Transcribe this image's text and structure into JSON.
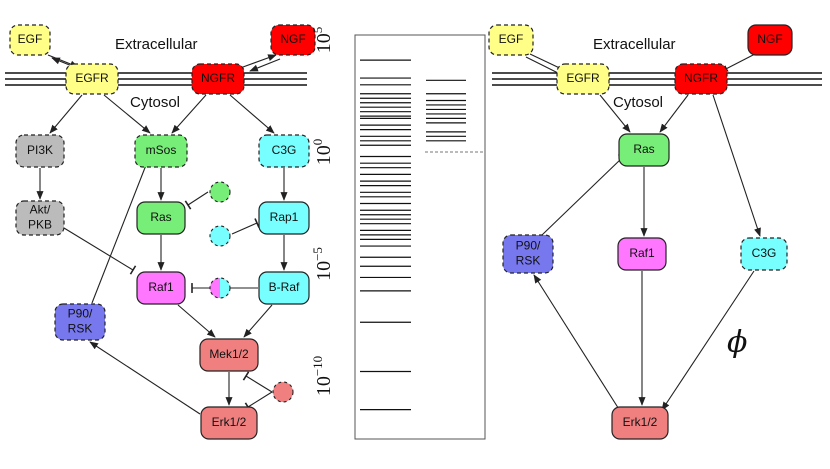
{
  "colors": {
    "yellow": "#ffff88",
    "red": "#ff0000",
    "grey": "#bbbbbb",
    "green": "#77ee77",
    "cyan": "#77ffff",
    "magenta": "#ff77ff",
    "salmon": "#f08080",
    "blue": "#7777ee"
  },
  "left_diagram": {
    "region_extracellular": "Extracellular",
    "region_cytosol": "Cytosol",
    "nodes": [
      {
        "id": "EGF",
        "lines": [
          "EGF"
        ],
        "color": "yellow",
        "dashed": true
      },
      {
        "id": "NGF",
        "lines": [
          "NGF"
        ],
        "color": "red",
        "dashed": true
      },
      {
        "id": "EGFR",
        "lines": [
          "EGFR"
        ],
        "color": "yellow",
        "dashed": true
      },
      {
        "id": "NGFR",
        "lines": [
          "NGFR"
        ],
        "color": "red",
        "dashed": true
      },
      {
        "id": "PI3K",
        "lines": [
          "PI3K"
        ],
        "color": "grey",
        "dashed": true
      },
      {
        "id": "mSos",
        "lines": [
          "mSos"
        ],
        "color": "green",
        "dashed": true
      },
      {
        "id": "C3G",
        "lines": [
          "C3G"
        ],
        "color": "cyan",
        "dashed": true
      },
      {
        "id": "AktPKB",
        "lines": [
          "Akt/",
          "PKB"
        ],
        "color": "grey",
        "dashed": true
      },
      {
        "id": "Ras",
        "lines": [
          "Ras"
        ],
        "color": "green",
        "dashed": false
      },
      {
        "id": "Rap1",
        "lines": [
          "Rap1"
        ],
        "color": "cyan",
        "dashed": false
      },
      {
        "id": "Raf1",
        "lines": [
          "Raf1"
        ],
        "color": "magenta",
        "dashed": false
      },
      {
        "id": "BRaf",
        "lines": [
          "B-Raf"
        ],
        "color": "cyan",
        "dashed": false
      },
      {
        "id": "P90RSK",
        "lines": [
          "P90/",
          "RSK"
        ],
        "color": "blue",
        "dashed": true
      },
      {
        "id": "Mek12",
        "lines": [
          "Mek1/2"
        ],
        "color": "salmon",
        "dashed": false
      },
      {
        "id": "Erk12",
        "lines": [
          "Erk1/2"
        ],
        "color": "salmon",
        "dashed": false
      }
    ]
  },
  "middle_plot": {
    "axis_ticks": [
      {
        "base": "10",
        "exp": "5",
        "value": 5
      },
      {
        "base": "10",
        "exp": "0",
        "value": 0
      },
      {
        "base": "10",
        "exp": "−5",
        "value": -5
      },
      {
        "base": "10",
        "exp": "−10",
        "value": -10
      }
    ],
    "ylim_log10": [
      -12.5,
      5
    ],
    "column1_log10": [
      4.1,
      3.3,
      3.0,
      2.6,
      2.4,
      2.2,
      2.0,
      1.8,
      1.6,
      1.5,
      1.2,
      1.0,
      0.7,
      0.5,
      0.3,
      -0.2,
      -0.5,
      -0.7,
      -1.0,
      -1.3,
      -1.5,
      -1.8,
      -2.0,
      -2.3,
      -2.6,
      -2.8,
      -3.0,
      -3.2,
      -3.5,
      -3.7,
      -3.9,
      -4.2,
      -4.7,
      -5.1,
      -5.6,
      -6.2,
      -7.6,
      -9.8,
      -11.5
    ],
    "column2_log10": [
      3.2,
      2.6,
      2.3,
      2.1,
      1.9,
      1.7,
      1.5,
      1.3,
      0.9,
      0.7,
      0.5
    ],
    "dashed_reference_log10": 0
  },
  "right_diagram": {
    "region_extracellular": "Extracellular",
    "region_cytosol": "Cytosol",
    "phi": "ϕ",
    "nodes": [
      {
        "id": "EGF",
        "lines": [
          "EGF"
        ],
        "color": "yellow",
        "dashed": true
      },
      {
        "id": "NGF",
        "lines": [
          "NGF"
        ],
        "color": "red",
        "dashed": false
      },
      {
        "id": "EGFR",
        "lines": [
          "EGFR"
        ],
        "color": "yellow",
        "dashed": true
      },
      {
        "id": "NGFR",
        "lines": [
          "NGFR"
        ],
        "color": "red",
        "dashed": true
      },
      {
        "id": "Ras",
        "lines": [
          "Ras"
        ],
        "color": "green",
        "dashed": false
      },
      {
        "id": "P90RSK",
        "lines": [
          "P90/",
          "RSK"
        ],
        "color": "blue",
        "dashed": true
      },
      {
        "id": "Raf1",
        "lines": [
          "Raf1"
        ],
        "color": "magenta",
        "dashed": false
      },
      {
        "id": "C3G",
        "lines": [
          "C3G"
        ],
        "color": "cyan",
        "dashed": true
      },
      {
        "id": "Erk12",
        "lines": [
          "Erk1/2"
        ],
        "color": "salmon",
        "dashed": false
      }
    ]
  }
}
